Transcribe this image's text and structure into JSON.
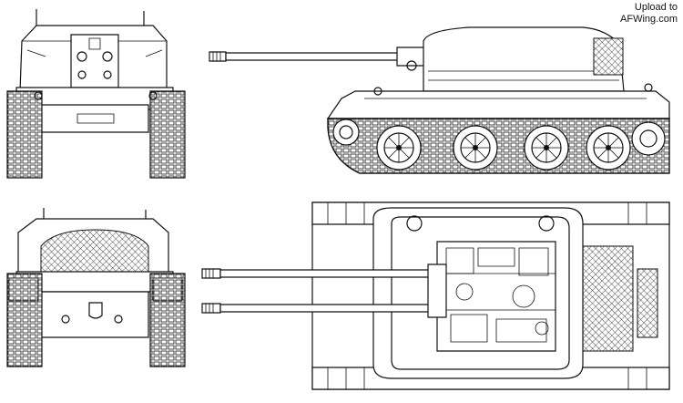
{
  "watermark": {
    "line1": "Upload to",
    "line2": "AFWing.com"
  },
  "views": [
    "front-view",
    "side-view",
    "rear-view",
    "top-view"
  ],
  "colors": {
    "ink": "#111111",
    "paper": "#ffffff"
  }
}
